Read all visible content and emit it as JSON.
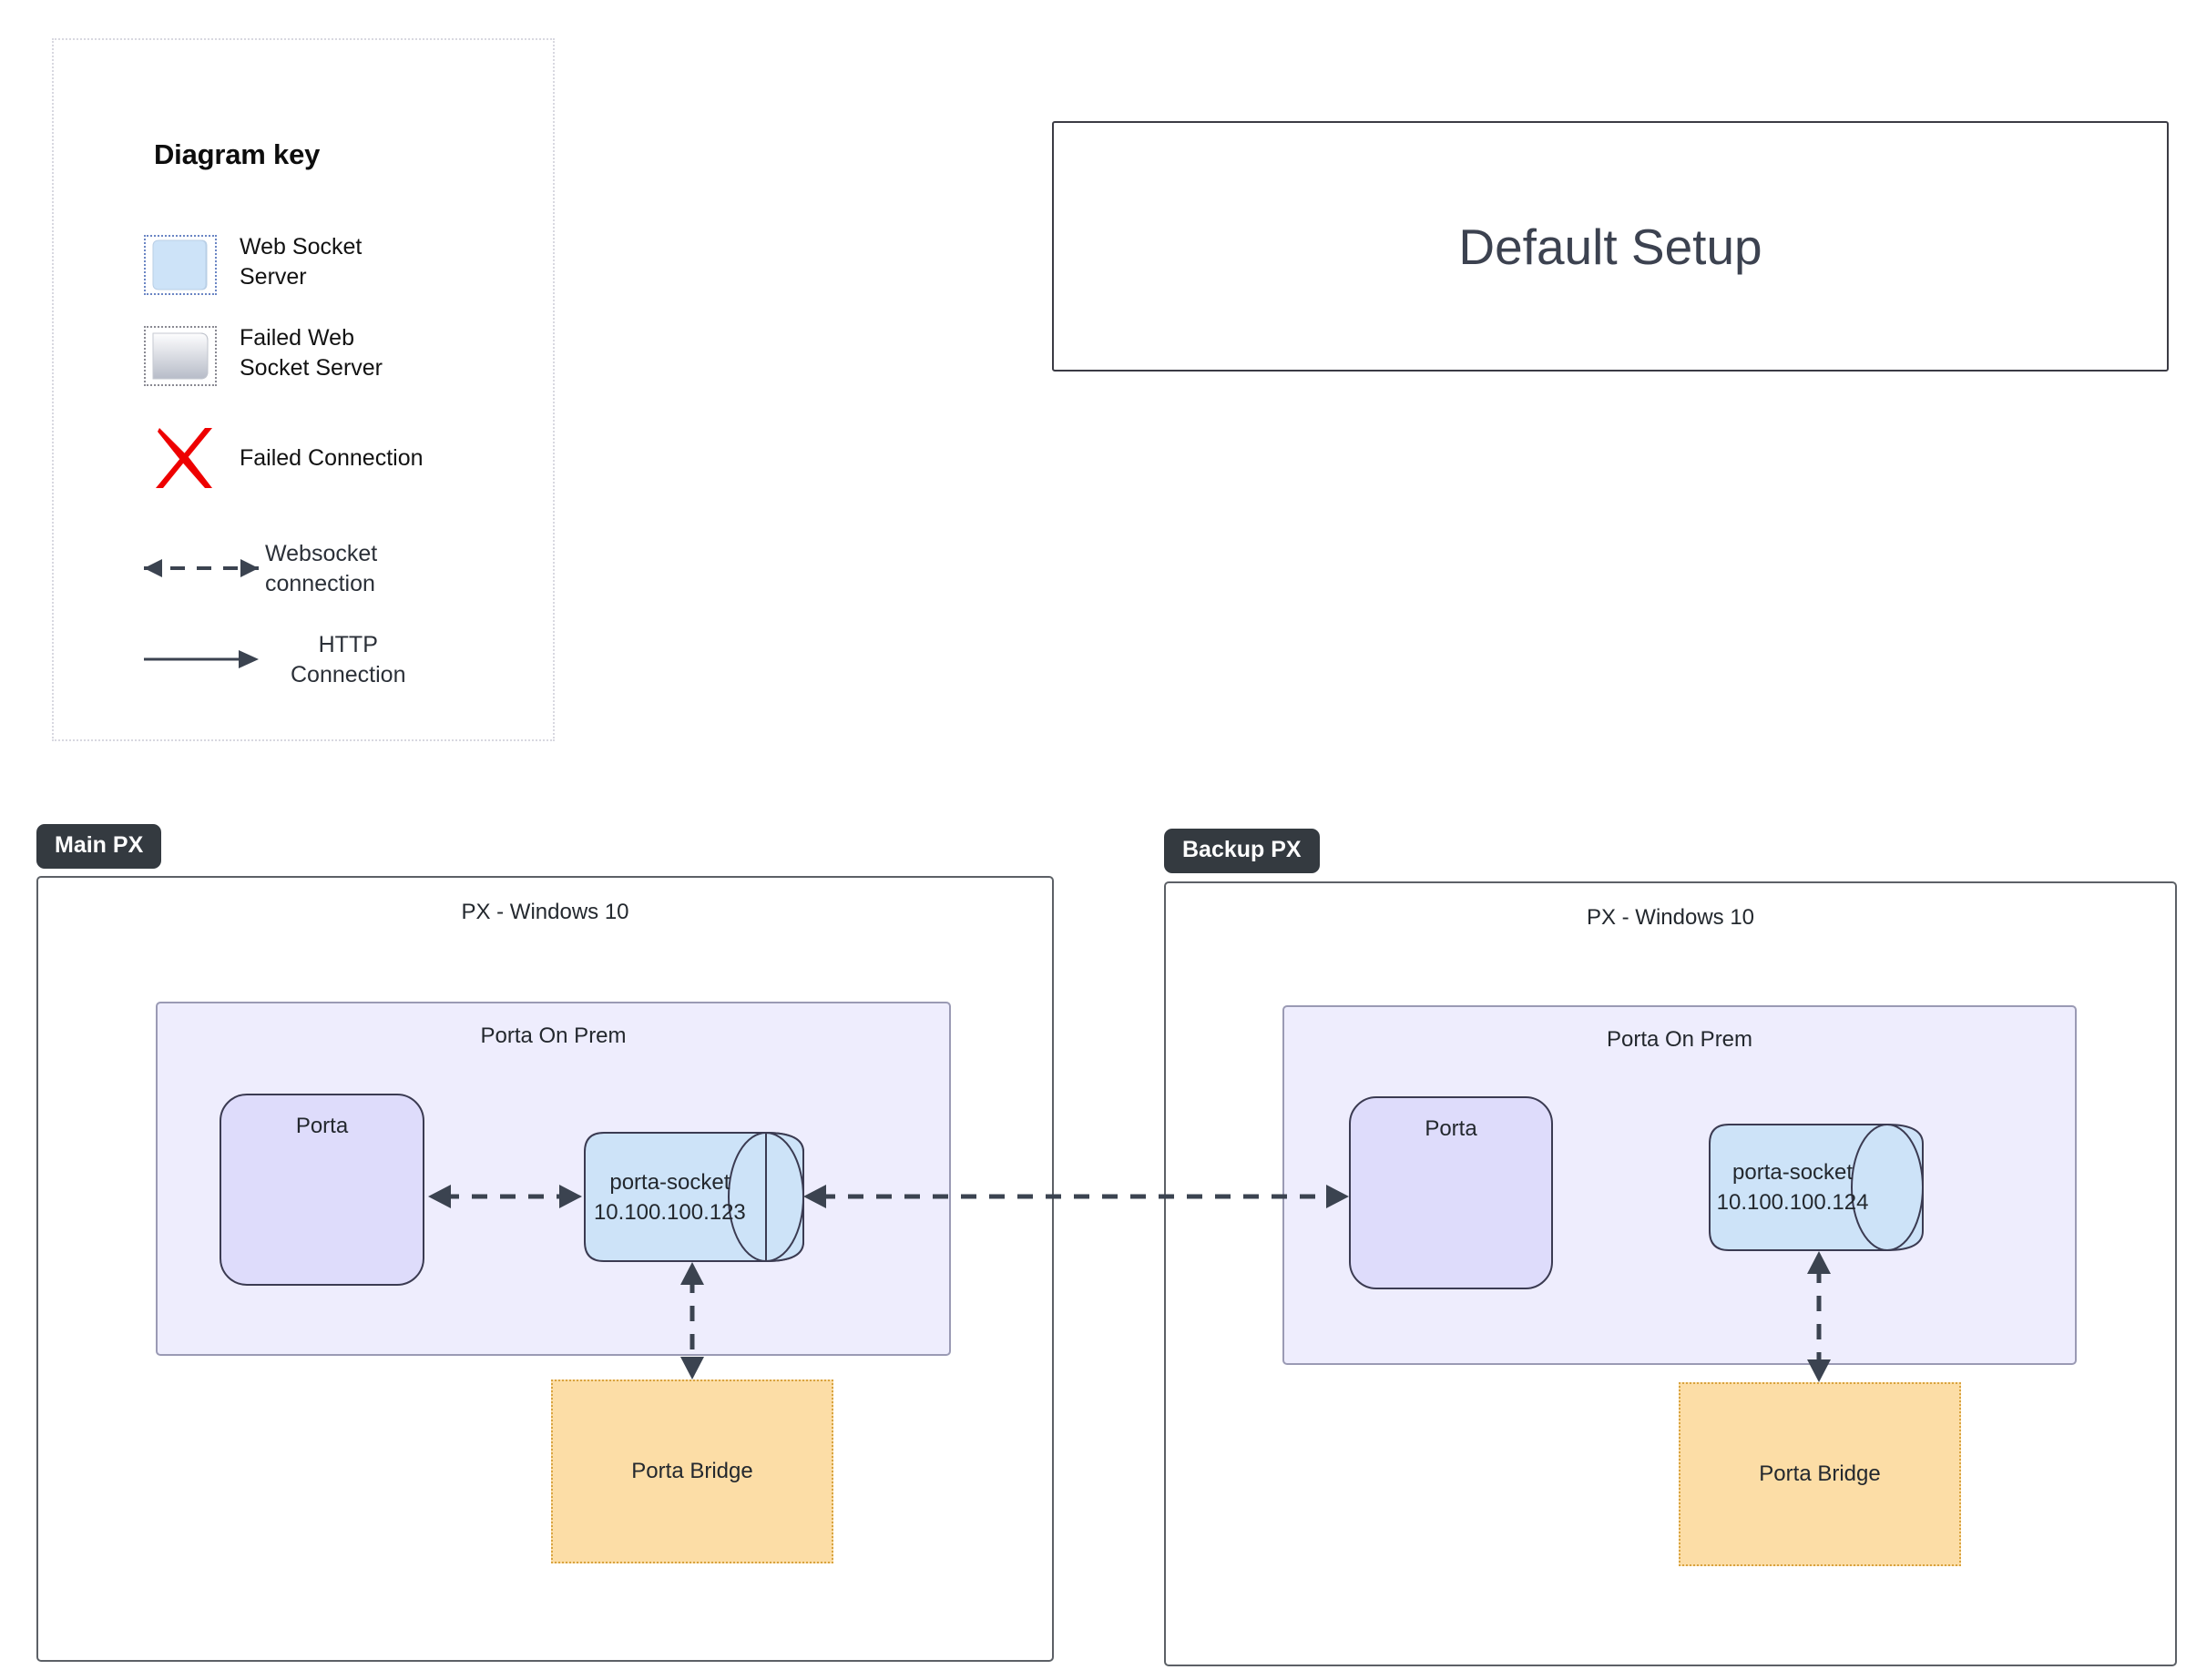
{
  "legend": {
    "title": "Diagram key",
    "shape_items": [
      {
        "label": "Web Socket\nServer",
        "icon": "blue-cylinder-icon",
        "color": "#cde3f8"
      },
      {
        "label": "Failed Web\nSocket Server",
        "icon": "gray-cylinder-icon",
        "color": "#c9ccd4"
      },
      {
        "label": "Failed Connection",
        "icon": "red-x-icon",
        "color": "#ee0000"
      }
    ],
    "line_items": [
      {
        "label": "Websocket\nconnection",
        "icon": "dashed-double-arrow-icon",
        "style": "dashed",
        "arrows": "both"
      },
      {
        "label": "HTTP\nConnection",
        "icon": "solid-arrow-icon",
        "style": "solid",
        "arrows": "end"
      }
    ]
  },
  "title_box": {
    "text": "Default Setup"
  },
  "groups": [
    {
      "chip": "Main PX",
      "container_title": "PX - Windows 10",
      "onprem_title": "Porta On Prem",
      "porta_title": "Porta",
      "socket": {
        "name": "porta-socket",
        "ip": "10.100.100.123"
      },
      "bridge": "Porta Bridge"
    },
    {
      "chip": "Backup PX",
      "container_title": "PX - Windows 10",
      "onprem_title": "Porta On Prem",
      "porta_title": "Porta",
      "socket": {
        "name": "porta-socket",
        "ip": "10.100.100.124"
      },
      "bridge": "Porta Bridge"
    }
  ],
  "colors": {
    "chip_bg": "#343a40",
    "onprem_bg": "#eeedfd",
    "porta_bg": "#dedcfb",
    "socket_bg": "#cde3f8",
    "bridge_bg": "#fcdda6",
    "stroke": "#3b3b52",
    "failed": "#ee0000"
  }
}
